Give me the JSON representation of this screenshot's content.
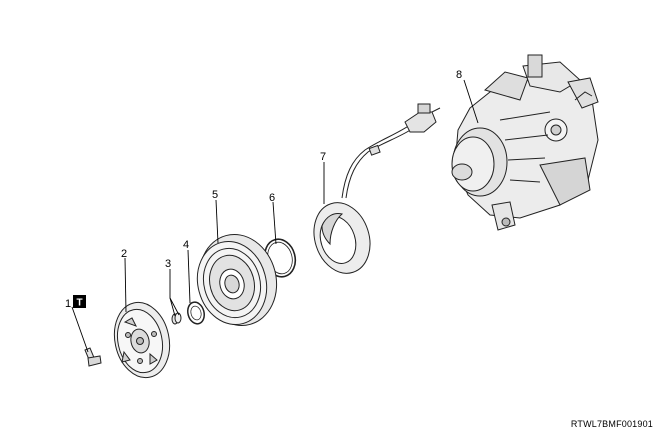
{
  "diagram": {
    "reference_code": "RTWL7BMF001901",
    "callouts": [
      "1",
      "2",
      "3",
      "4",
      "5",
      "6",
      "7",
      "8"
    ],
    "torque_symbol": "T",
    "colors": {
      "line": "#000000",
      "part_fill": "#f2f2f2",
      "part_shade": "#bdbdbd",
      "background": "#ffffff"
    }
  }
}
